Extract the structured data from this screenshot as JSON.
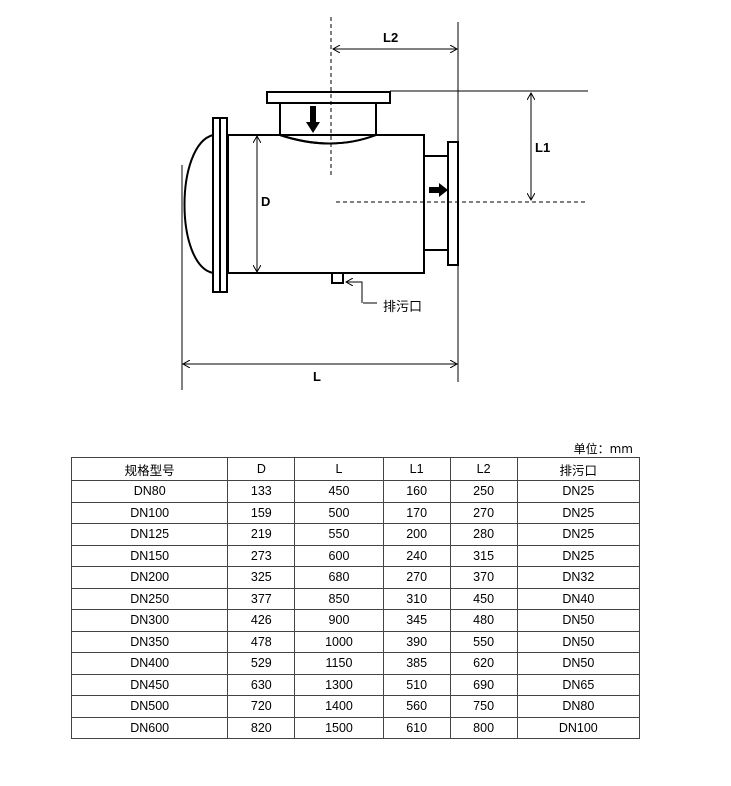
{
  "drawing": {
    "labels": {
      "L2": "L2",
      "L1": "L1",
      "D": "D",
      "L": "L",
      "drain": "排污口"
    }
  },
  "table": {
    "unit": "单位：mm",
    "headers": [
      "规格型号",
      "D",
      "L",
      "L1",
      "L2",
      "排污口"
    ],
    "rows": [
      [
        "DN80",
        "133",
        "450",
        "160",
        "250",
        "DN25"
      ],
      [
        "DN100",
        "159",
        "500",
        "170",
        "270",
        "DN25"
      ],
      [
        "DN125",
        "219",
        "550",
        "200",
        "280",
        "DN25"
      ],
      [
        "DN150",
        "273",
        "600",
        "240",
        "315",
        "DN25"
      ],
      [
        "DN200",
        "325",
        "680",
        "270",
        "370",
        "DN32"
      ],
      [
        "DN250",
        "377",
        "850",
        "310",
        "450",
        "DN40"
      ],
      [
        "DN300",
        "426",
        "900",
        "345",
        "480",
        "DN50"
      ],
      [
        "DN350",
        "478",
        "1000",
        "390",
        "550",
        "DN50"
      ],
      [
        "DN400",
        "529",
        "1150",
        "385",
        "620",
        "DN50"
      ],
      [
        "DN450",
        "630",
        "1300",
        "510",
        "690",
        "DN65"
      ],
      [
        "DN500",
        "720",
        "1400",
        "560",
        "750",
        "DN80"
      ],
      [
        "DN600",
        "820",
        "1500",
        "610",
        "800",
        "DN100"
      ]
    ]
  }
}
